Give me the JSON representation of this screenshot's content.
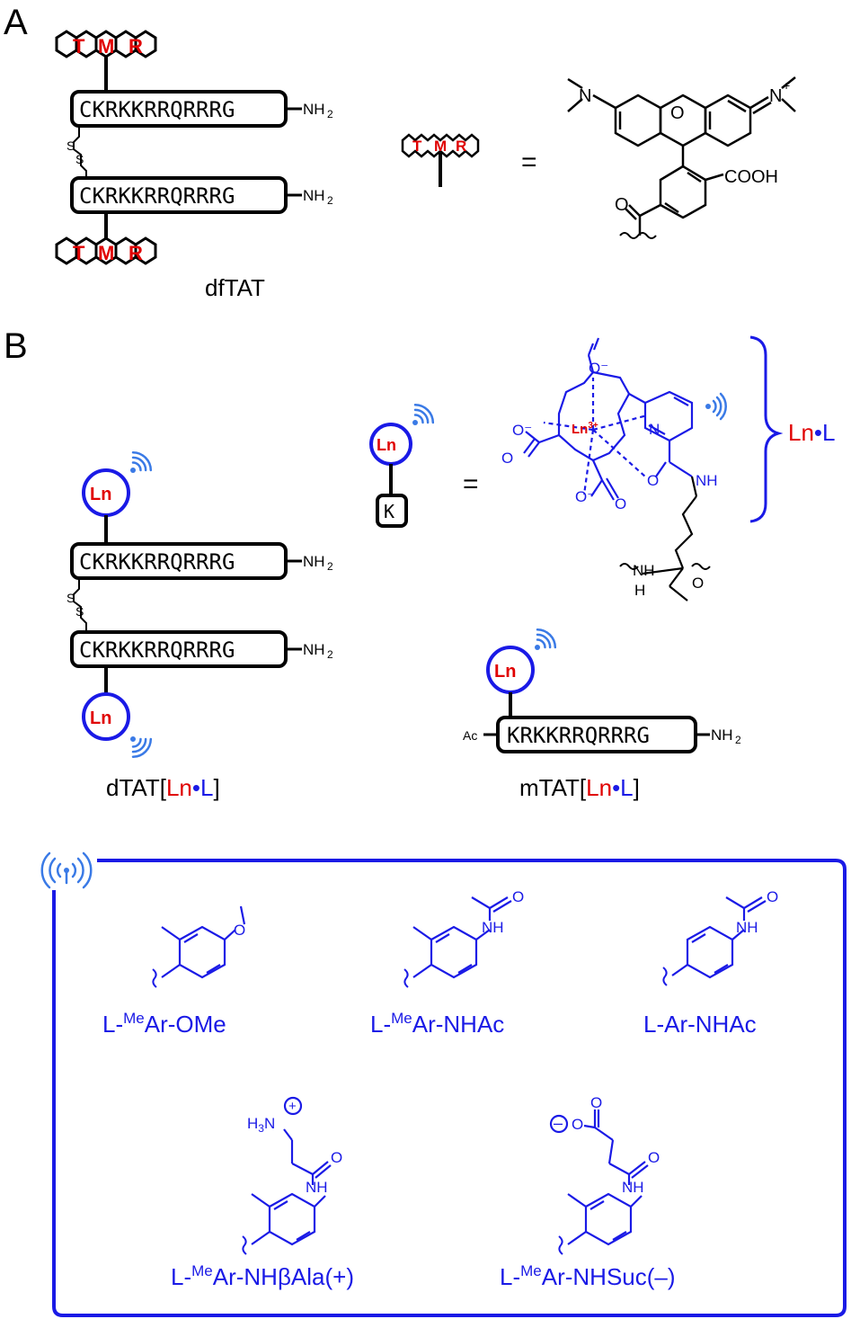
{
  "panel_a": {
    "letter": "A",
    "peptide_seq": "CKRKKRRQRRRG",
    "nh2": "NH",
    "nh2_sub": "2",
    "tmr_t": "T",
    "tmr_m": "M",
    "tmr_r": "R",
    "equals": "=",
    "cooh": "COOH",
    "o_xanthene": "O",
    "n_left": "N",
    "n_right": "N",
    "plus": "+",
    "o_carbonyl": "O",
    "s_label": "S",
    "caption": "dfTAT"
  },
  "panel_b": {
    "letter": "B",
    "ln": "Ln",
    "k": "K",
    "equals": "=",
    "ln3": "Ln",
    "ln3_sup": "3+",
    "o_minus": "O⁻",
    "o": "O",
    "n": "N",
    "nh": "NH",
    "h": "H",
    "brace_label_ln": "Ln",
    "brace_label_dot": "•",
    "brace_label_l": "L",
    "peptide_seq": "CKRKKRRQRRRG",
    "mtat_seq": "KRKKRRQRRRG",
    "ac": "Ac",
    "nh2": "NH",
    "nh2_sub": "2",
    "s_label": "S",
    "dtat_caption": {
      "pre": "dTAT[",
      "ln": "Ln",
      "dot": "•",
      "l": "L",
      "post": "]"
    },
    "mtat_caption": {
      "pre": "mTAT[",
      "ln": "Ln",
      "dot": "•",
      "l": "L",
      "post": "]"
    }
  },
  "antennas": [
    {
      "label": "L-",
      "sup": "Me",
      "rest": "Ar-OMe"
    },
    {
      "label": "L-",
      "sup": "Me",
      "rest": "Ar-NHAc"
    },
    {
      "label": "L-Ar-NHAc",
      "sup": "",
      "rest": ""
    },
    {
      "label": "L-",
      "sup": "Me",
      "rest": "Ar-NHβAla(+)"
    },
    {
      "label": "L-",
      "sup": "Me",
      "rest": "Ar-NHSuc(–)"
    }
  ],
  "atoms": {
    "o": "O",
    "nh": "NH",
    "h3n": "H",
    "h3n_sub": "3",
    "n": "N",
    "plus": "+",
    "minus": "–"
  },
  "colors": {
    "blue": "#1a1ae6",
    "red": "#e00000",
    "light_blue": "#3a7ae6"
  }
}
